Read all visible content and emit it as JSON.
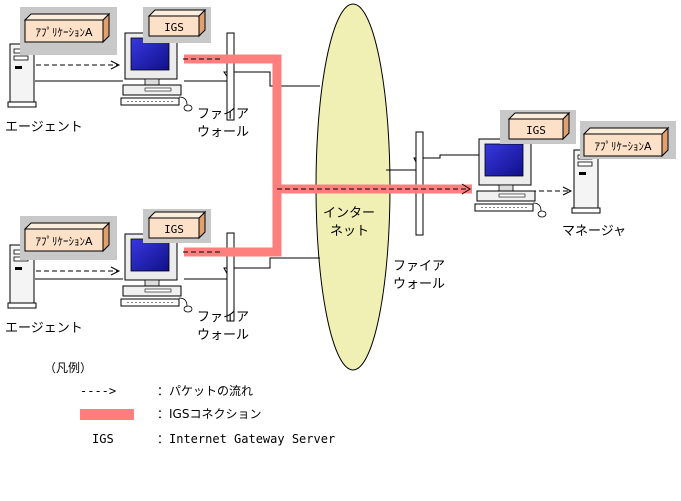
{
  "labels": {
    "app": "ｱﾌﾟﾘｹｰｼｮﾝA",
    "igs": "IGS",
    "agent": "エージェント",
    "manager": "マネージャ",
    "firewall_line1": "ファイア",
    "firewall_line2": "ウォール",
    "internet_line1": "インター",
    "internet_line2": "ネット"
  },
  "legend": {
    "title": "（凡例）",
    "packet_symbol": "---->",
    "packet_text": "：パケットの流れ",
    "igs_conn_text": "：IGSコネクション",
    "igs_abbr": "IGS",
    "igs_def": "：Internet Gateway Server"
  },
  "colors": {
    "connection": "#ff7f7f",
    "internet": "#f0f0b4",
    "box_front": "#fce0c8",
    "box_shadow": "#c8c8c8",
    "screen": "#1a1ab0"
  }
}
